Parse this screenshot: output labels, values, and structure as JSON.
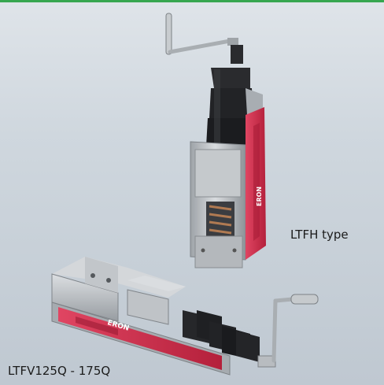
{
  "colors": {
    "accent_bar": "#36a64f",
    "vise_red": "#cf2f4a",
    "vise_steel": "#b8bcc0",
    "dark_jaw": "#1e1f22"
  },
  "captions": {
    "horizontal": "LTFH type",
    "vertical": "LTFV125Q - 175Q"
  },
  "brand": {
    "logo_text": "ERON"
  }
}
